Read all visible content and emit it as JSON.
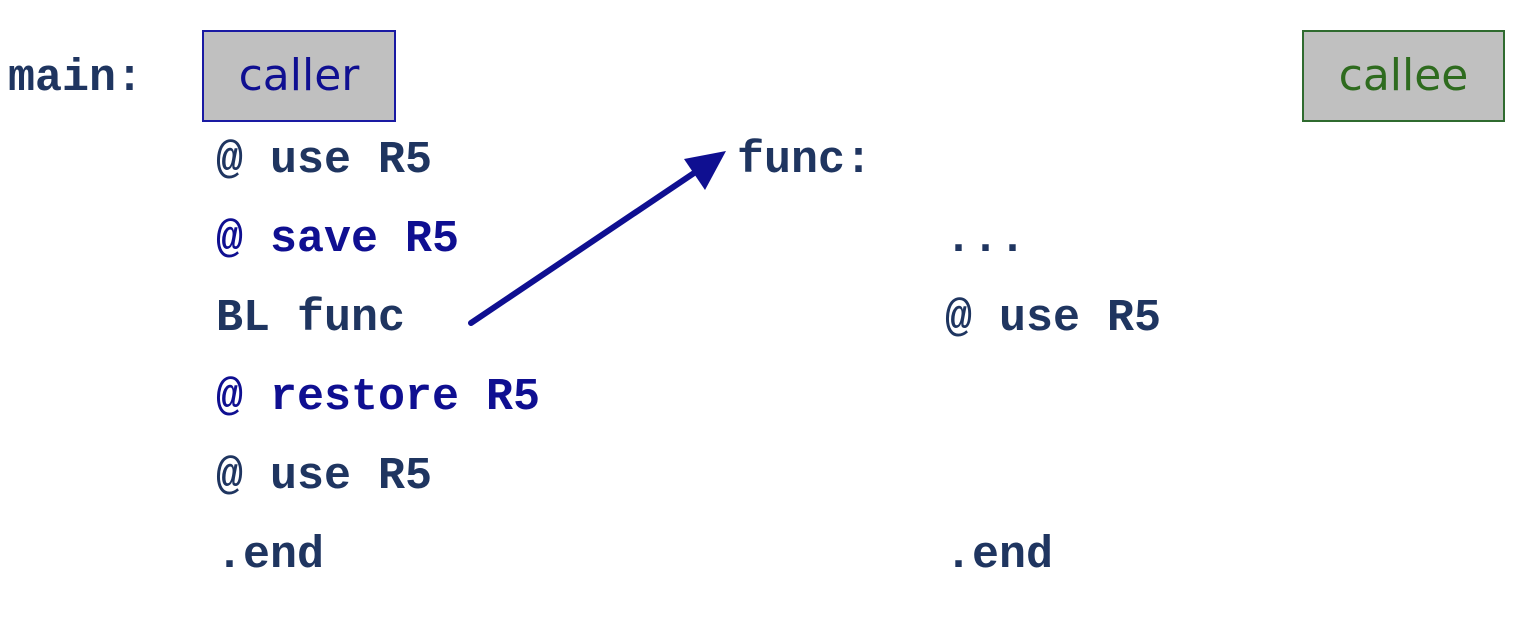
{
  "caller_section": {
    "label_text": "main:",
    "tag": "caller",
    "lines": [
      "@ use R5",
      "@ save R5",
      "BL func",
      "@ restore R5",
      "@ use R5",
      ".end"
    ]
  },
  "callee_section": {
    "label_text": "func:",
    "tag": "callee",
    "lines": [
      "...",
      "@ use R5",
      ".end"
    ]
  },
  "colors": {
    "code_text": "#1f3560",
    "highlight_text": "#0f0f91",
    "tag_background": "#c0c0c0",
    "caller_border": "#1a1aa3",
    "callee_border": "#2f6b2f",
    "callee_text": "#2e6b1e",
    "arrow": "#0f0f91"
  }
}
